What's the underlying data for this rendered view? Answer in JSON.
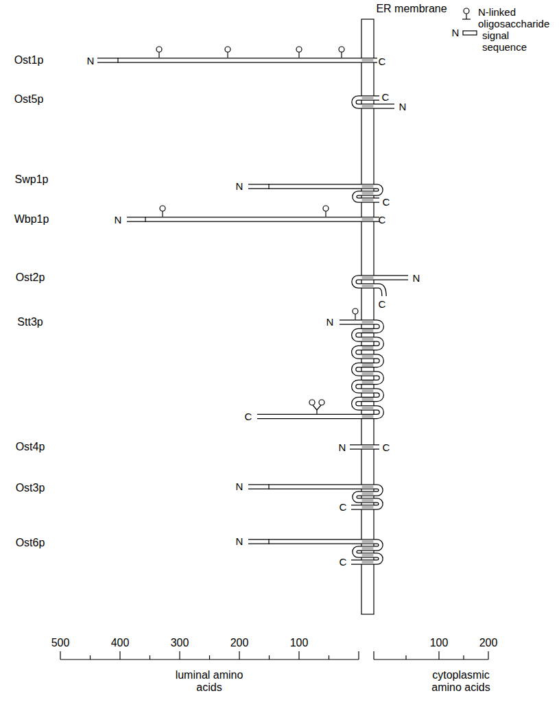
{
  "diagram": {
    "labels": [
      "ER membrane",
      "Ost1p",
      "N",
      "C",
      "Ost5p",
      "C",
      "N",
      "Swp1p",
      "N",
      "C",
      "Wbp1p",
      "N",
      "C",
      "Ost2p",
      "N",
      "C",
      "Stt3p",
      "N",
      "C",
      "Ost4p",
      "N",
      "C",
      "Ost3p",
      "N",
      "C",
      "Ost6p",
      "N",
      "C",
      "N",
      "500",
      "400",
      "300",
      "200",
      "100",
      "100",
      "200",
      "luminal amino acids",
      "cytoplasmic amino acids"
    ],
    "legend": [
      {
        "text": "N-linked oligosaccharide"
      },
      {
        "text": "signal sequence"
      }
    ]
  }
}
